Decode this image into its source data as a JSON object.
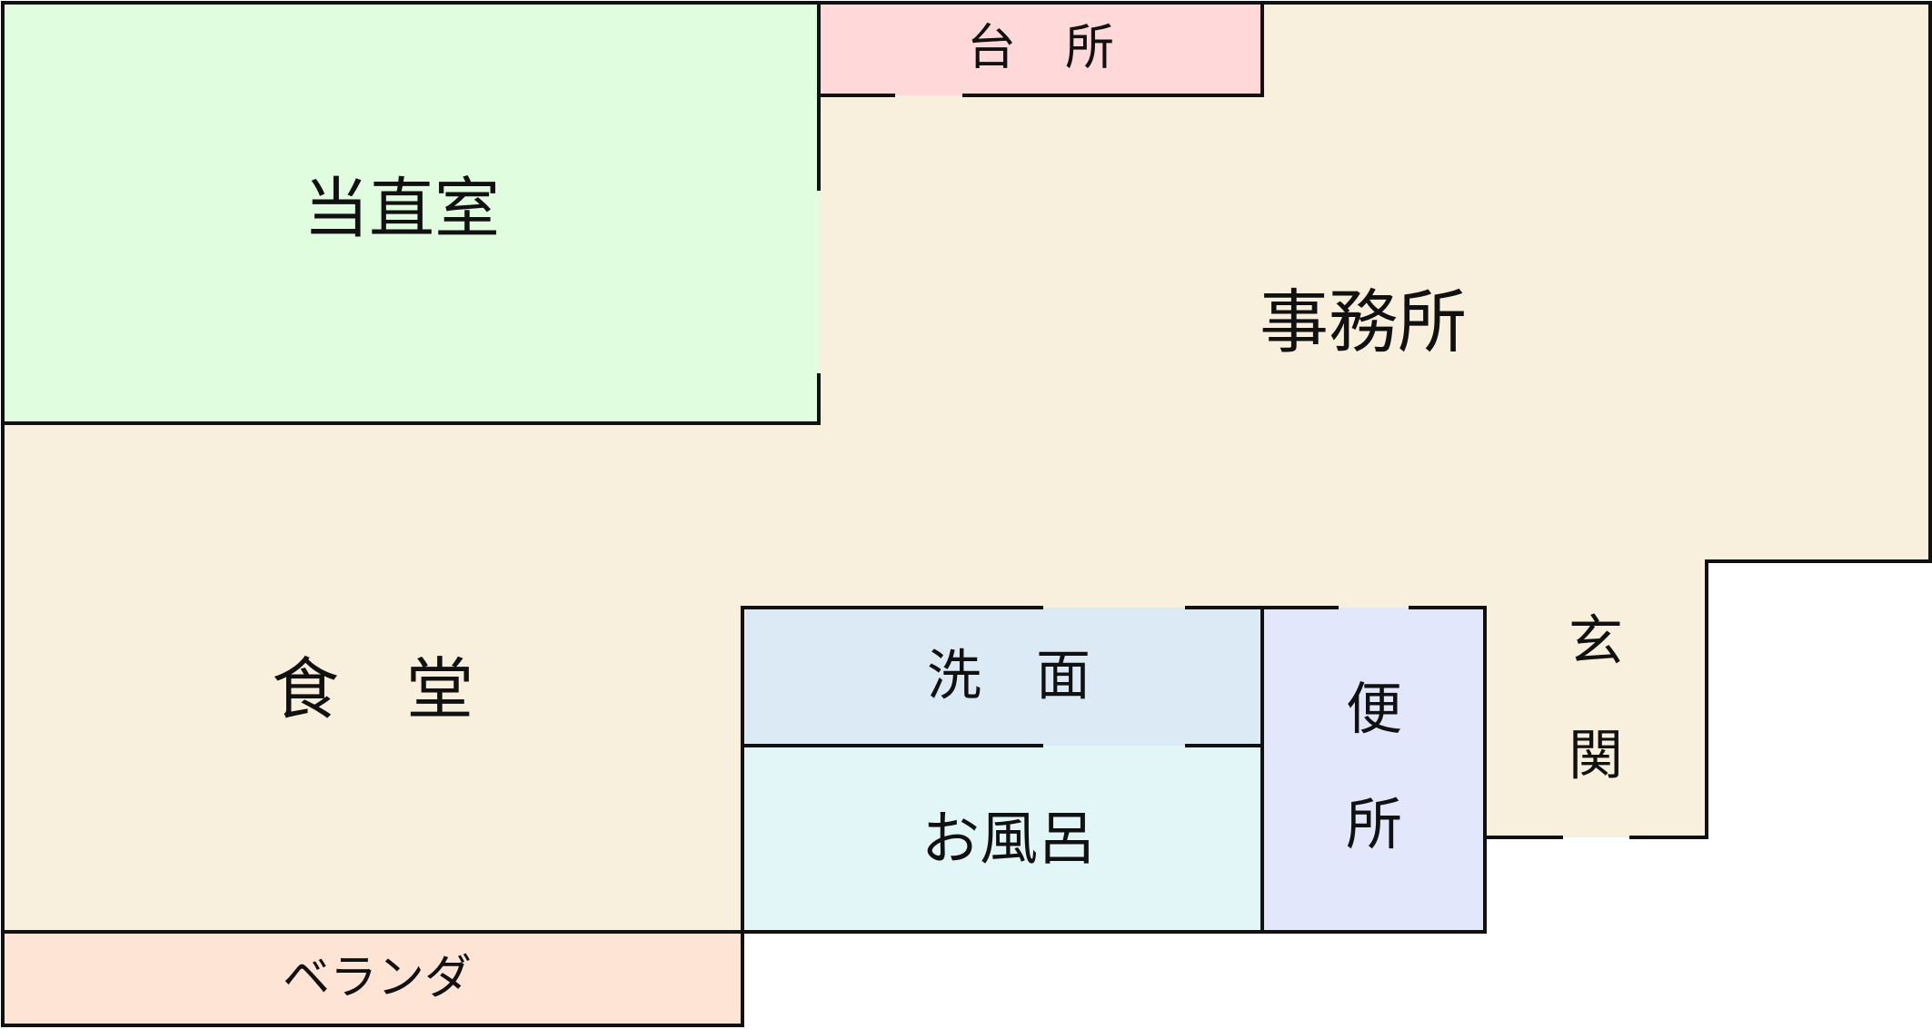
{
  "colors": {
    "wall": "#111111",
    "office": "#f8efdc",
    "duty_room": "#e0fde0",
    "kitchen": "#ffd9d9",
    "washroom": "#dceaf6",
    "bath": "#e2f6f7",
    "toilet": "#e2e7fb",
    "veranda": "#fde4d4"
  },
  "rooms": {
    "duty_room": "当直室",
    "kitchen": "台　所",
    "office": "事務所",
    "dining": "食　堂",
    "washroom": "洗　面",
    "bath": "お風呂",
    "toilet_line1": "便",
    "toilet_line2": "所",
    "entrance_line1": "玄",
    "entrance_line2": "関",
    "veranda": "ベランダ"
  }
}
